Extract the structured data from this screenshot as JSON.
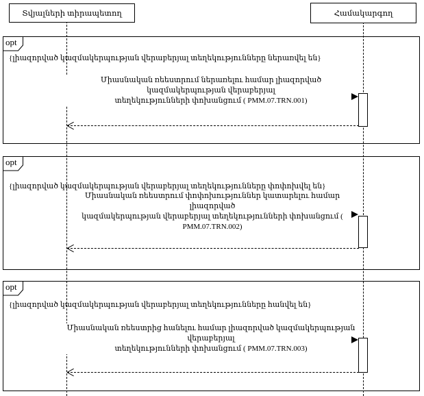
{
  "diagram": {
    "type": "uml-sequence-diagram",
    "colors": {
      "line": "#000000",
      "background": "#ffffff",
      "text": "#000000"
    },
    "actors": [
      {
        "name": "Տվյալների տիրապետող"
      },
      {
        "name": "Համակարգող"
      }
    ],
    "fragments": [
      {
        "operator": "opt",
        "guard": "{լիազորված կազմակերպության վերաբերյալ տեղեկությունները ներառվել են}",
        "message": {
          "line1": "Միասնական ռեեստրում ներառելու համար լիազորված կազմակերպության վերաբերյալ",
          "line2": "տեղեկությունների փոխանցում ( PMM.07.TRN.001)"
        },
        "reply": "dashed-return"
      },
      {
        "operator": "opt",
        "guard": "{լիազորված կազմակերպության վերաբերյալ տեղեկությունները փոփոխվել են}",
        "message": {
          "line1": "Միասնական ռեեստրում փոփոխություններ կատարելու համար լիազորված",
          "line2": "կազմակերպության վերաբերյալ տեղեկությունների փոխանցում ( PMM.07.TRN.002)"
        },
        "reply": "dashed-return"
      },
      {
        "operator": "opt",
        "guard": "{լիազորված կազմակերպության վերաբերյալ տեղեկությունները հանվել են}",
        "message": {
          "line1": "Միասնական ռեեստրից հանելու համար լիազորված կազմակերպության վերաբերյալ",
          "line2": "տեղեկությունների փոխանցում ( PMM.07.TRN.003)"
        },
        "reply": "dashed-return"
      }
    ]
  }
}
